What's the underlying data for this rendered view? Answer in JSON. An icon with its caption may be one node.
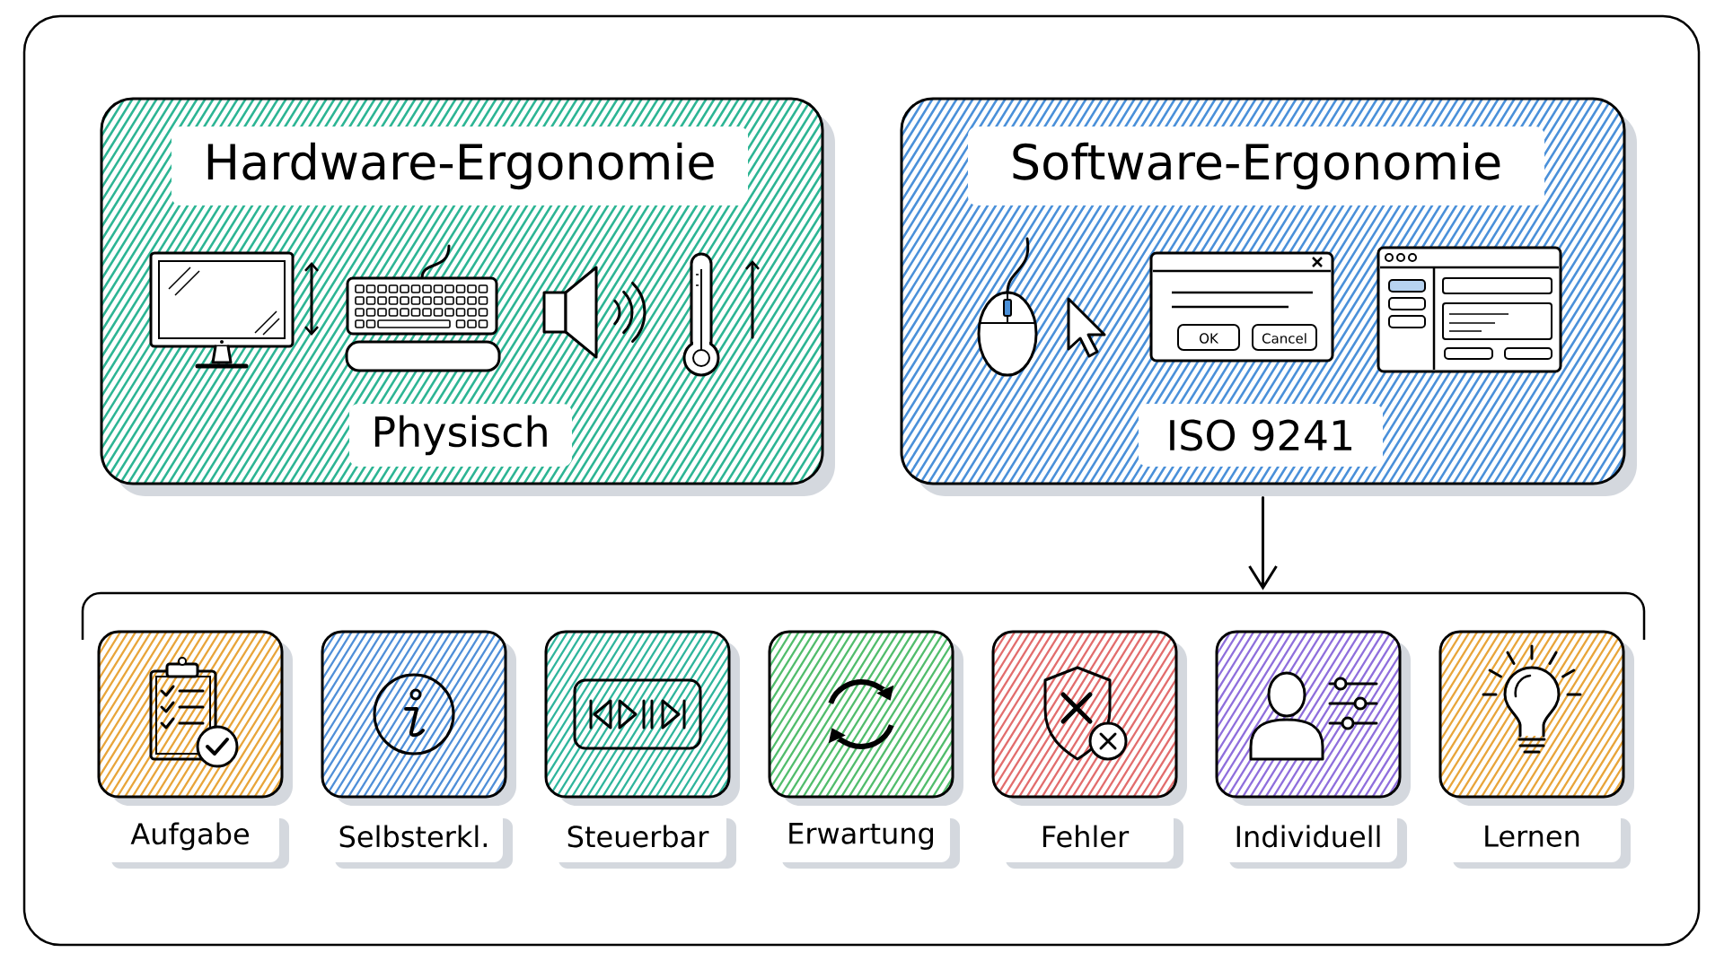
{
  "diagram": {
    "nodes": [
      {
        "text": [
          "Hardware-Ergonomie",
          "Physisch"
        ]
      },
      {
        "text": [
          "Software-Ergonomie",
          "ISO 9241"
        ]
      },
      {
        "text": [],
        "shape": "bracket"
      },
      {
        "text": [
          "Aufgabe"
        ]
      },
      {
        "text": [
          "Selbsterkl."
        ]
      },
      {
        "text": [
          "Steuerbar"
        ]
      },
      {
        "text": [
          "Erwartung"
        ]
      },
      {
        "text": [
          "Fehler"
        ]
      },
      {
        "text": [
          "Individuell"
        ]
      },
      {
        "text": [
          "Lernen"
        ]
      }
    ],
    "edges": [
      {
        "from": 1,
        "to": 2,
        "arrow": "to"
      }
    ],
    "labels": [
      "OK",
      "Cancel"
    ]
  }
}
